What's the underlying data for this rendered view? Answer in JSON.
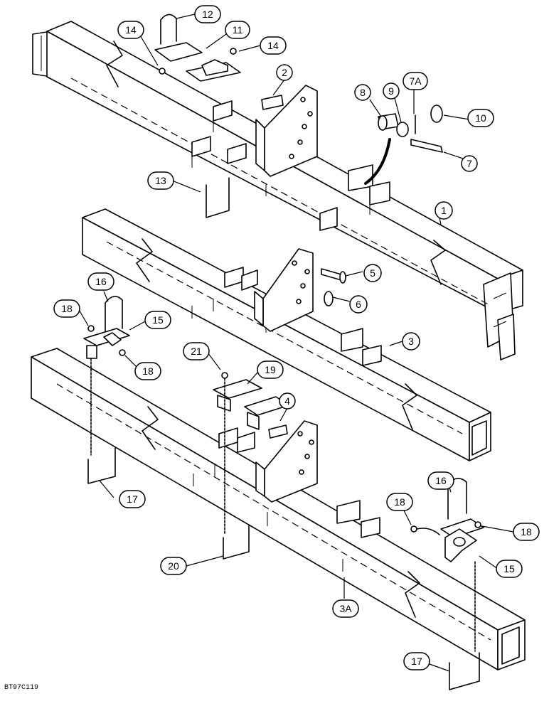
{
  "figure_code": "BT97C119",
  "callouts": [
    {
      "label": "1"
    },
    {
      "label": "2"
    },
    {
      "label": "3"
    },
    {
      "label": "3A"
    },
    {
      "label": "4"
    },
    {
      "label": "5"
    },
    {
      "label": "6"
    },
    {
      "label": "7"
    },
    {
      "label": "7A"
    },
    {
      "label": "8"
    },
    {
      "label": "9"
    },
    {
      "label": "10"
    },
    {
      "label": "11"
    },
    {
      "label": "12"
    },
    {
      "label": "13"
    },
    {
      "label": "14"
    },
    {
      "label": "14"
    },
    {
      "label": "15"
    },
    {
      "label": "15"
    },
    {
      "label": "16"
    },
    {
      "label": "16"
    },
    {
      "label": "17"
    },
    {
      "label": "17"
    },
    {
      "label": "18"
    },
    {
      "label": "18"
    },
    {
      "label": "18"
    },
    {
      "label": "18"
    },
    {
      "label": "19"
    },
    {
      "label": "20"
    },
    {
      "label": "21"
    }
  ]
}
